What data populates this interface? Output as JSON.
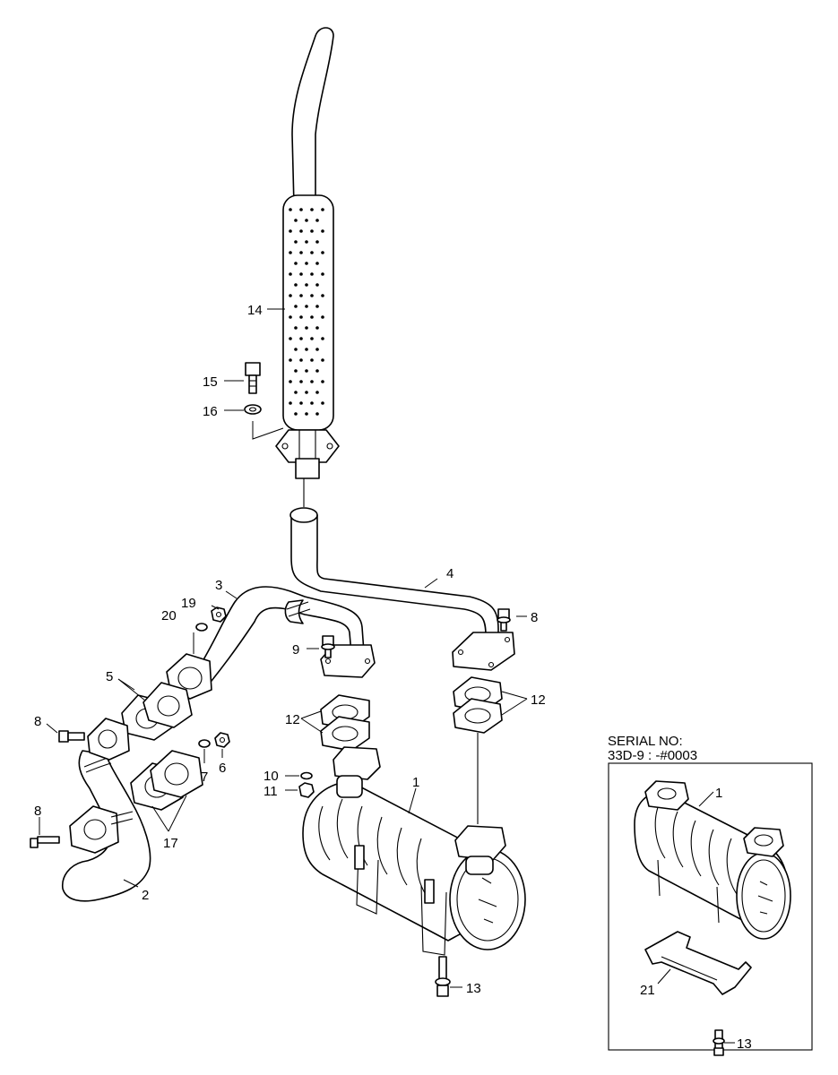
{
  "callouts": {
    "c1": "1",
    "c2": "2",
    "c3": "3",
    "c4": "4",
    "c5": "5",
    "c6": "6",
    "c7": "7",
    "c8a": "8",
    "c8b": "8",
    "c8c": "8",
    "c9": "9",
    "c10": "10",
    "c11": "11",
    "c12a": "12",
    "c12b": "12",
    "c13": "13",
    "c14": "14",
    "c15": "15",
    "c16": "16",
    "c17": "17",
    "c19": "19",
    "c20": "20"
  },
  "inset": {
    "serial_line1": "SERIAL NO:",
    "serial_line2": "33D-9 : -#0003",
    "callouts": {
      "c1": "1",
      "c21": "21",
      "c13": "13"
    }
  },
  "colors": {
    "line": "#000000",
    "background": "#ffffff"
  }
}
